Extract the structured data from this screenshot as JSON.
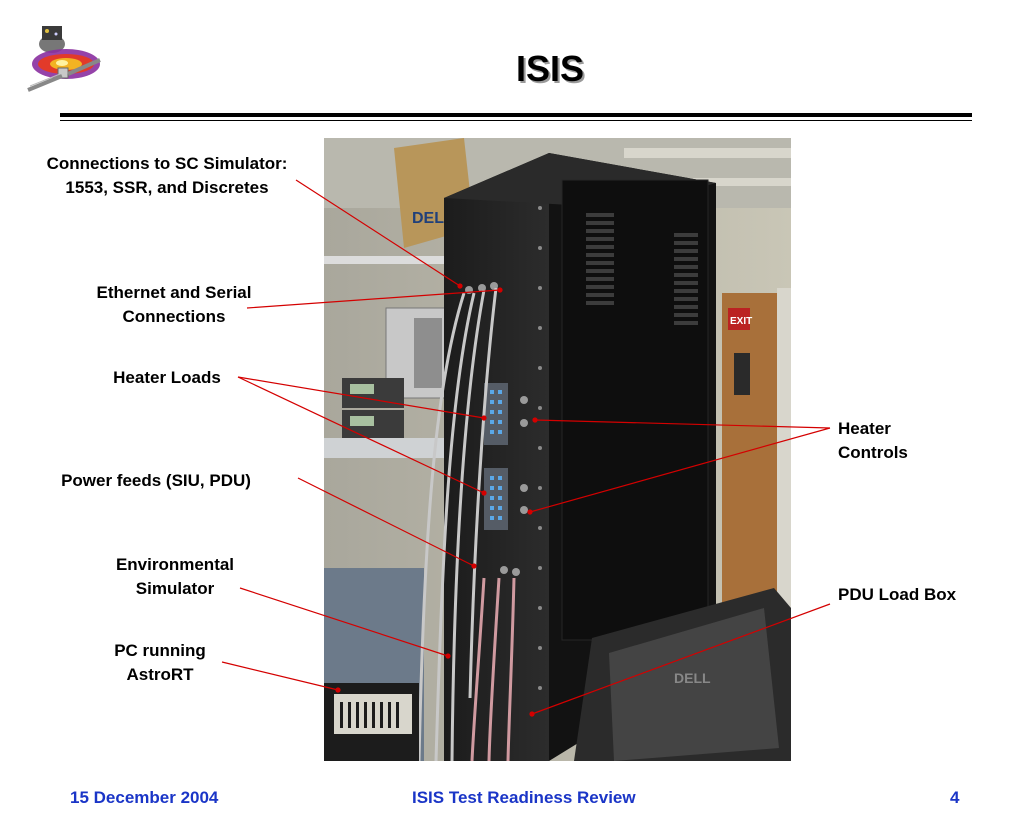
{
  "slide": {
    "title": "ISIS"
  },
  "callouts": {
    "sc_simulator": "Connections to SC Simulator:\n1553, SSR, and Discretes",
    "ethernet": "Ethernet and Serial\nConnections",
    "heater_loads": "Heater Loads",
    "power_feeds": "Power feeds (SIU, PDU)",
    "env_simulator": "Environmental\nSimulator",
    "pc_astrort": "PC running\nAstroRT",
    "heater_controls": "Heater\nControls",
    "pdu_load_box": "PDU Load Box"
  },
  "photo": {
    "box_text": "DELL",
    "exit_sign": "EXIT",
    "monitor_brand": "DELL"
  },
  "footer": {
    "date": "15 December 2004",
    "center": "ISIS Test Readiness Review",
    "page": "4"
  },
  "colors": {
    "callout_line": "#d40000",
    "footer_text": "#1a35c7",
    "rack": "#161616"
  }
}
